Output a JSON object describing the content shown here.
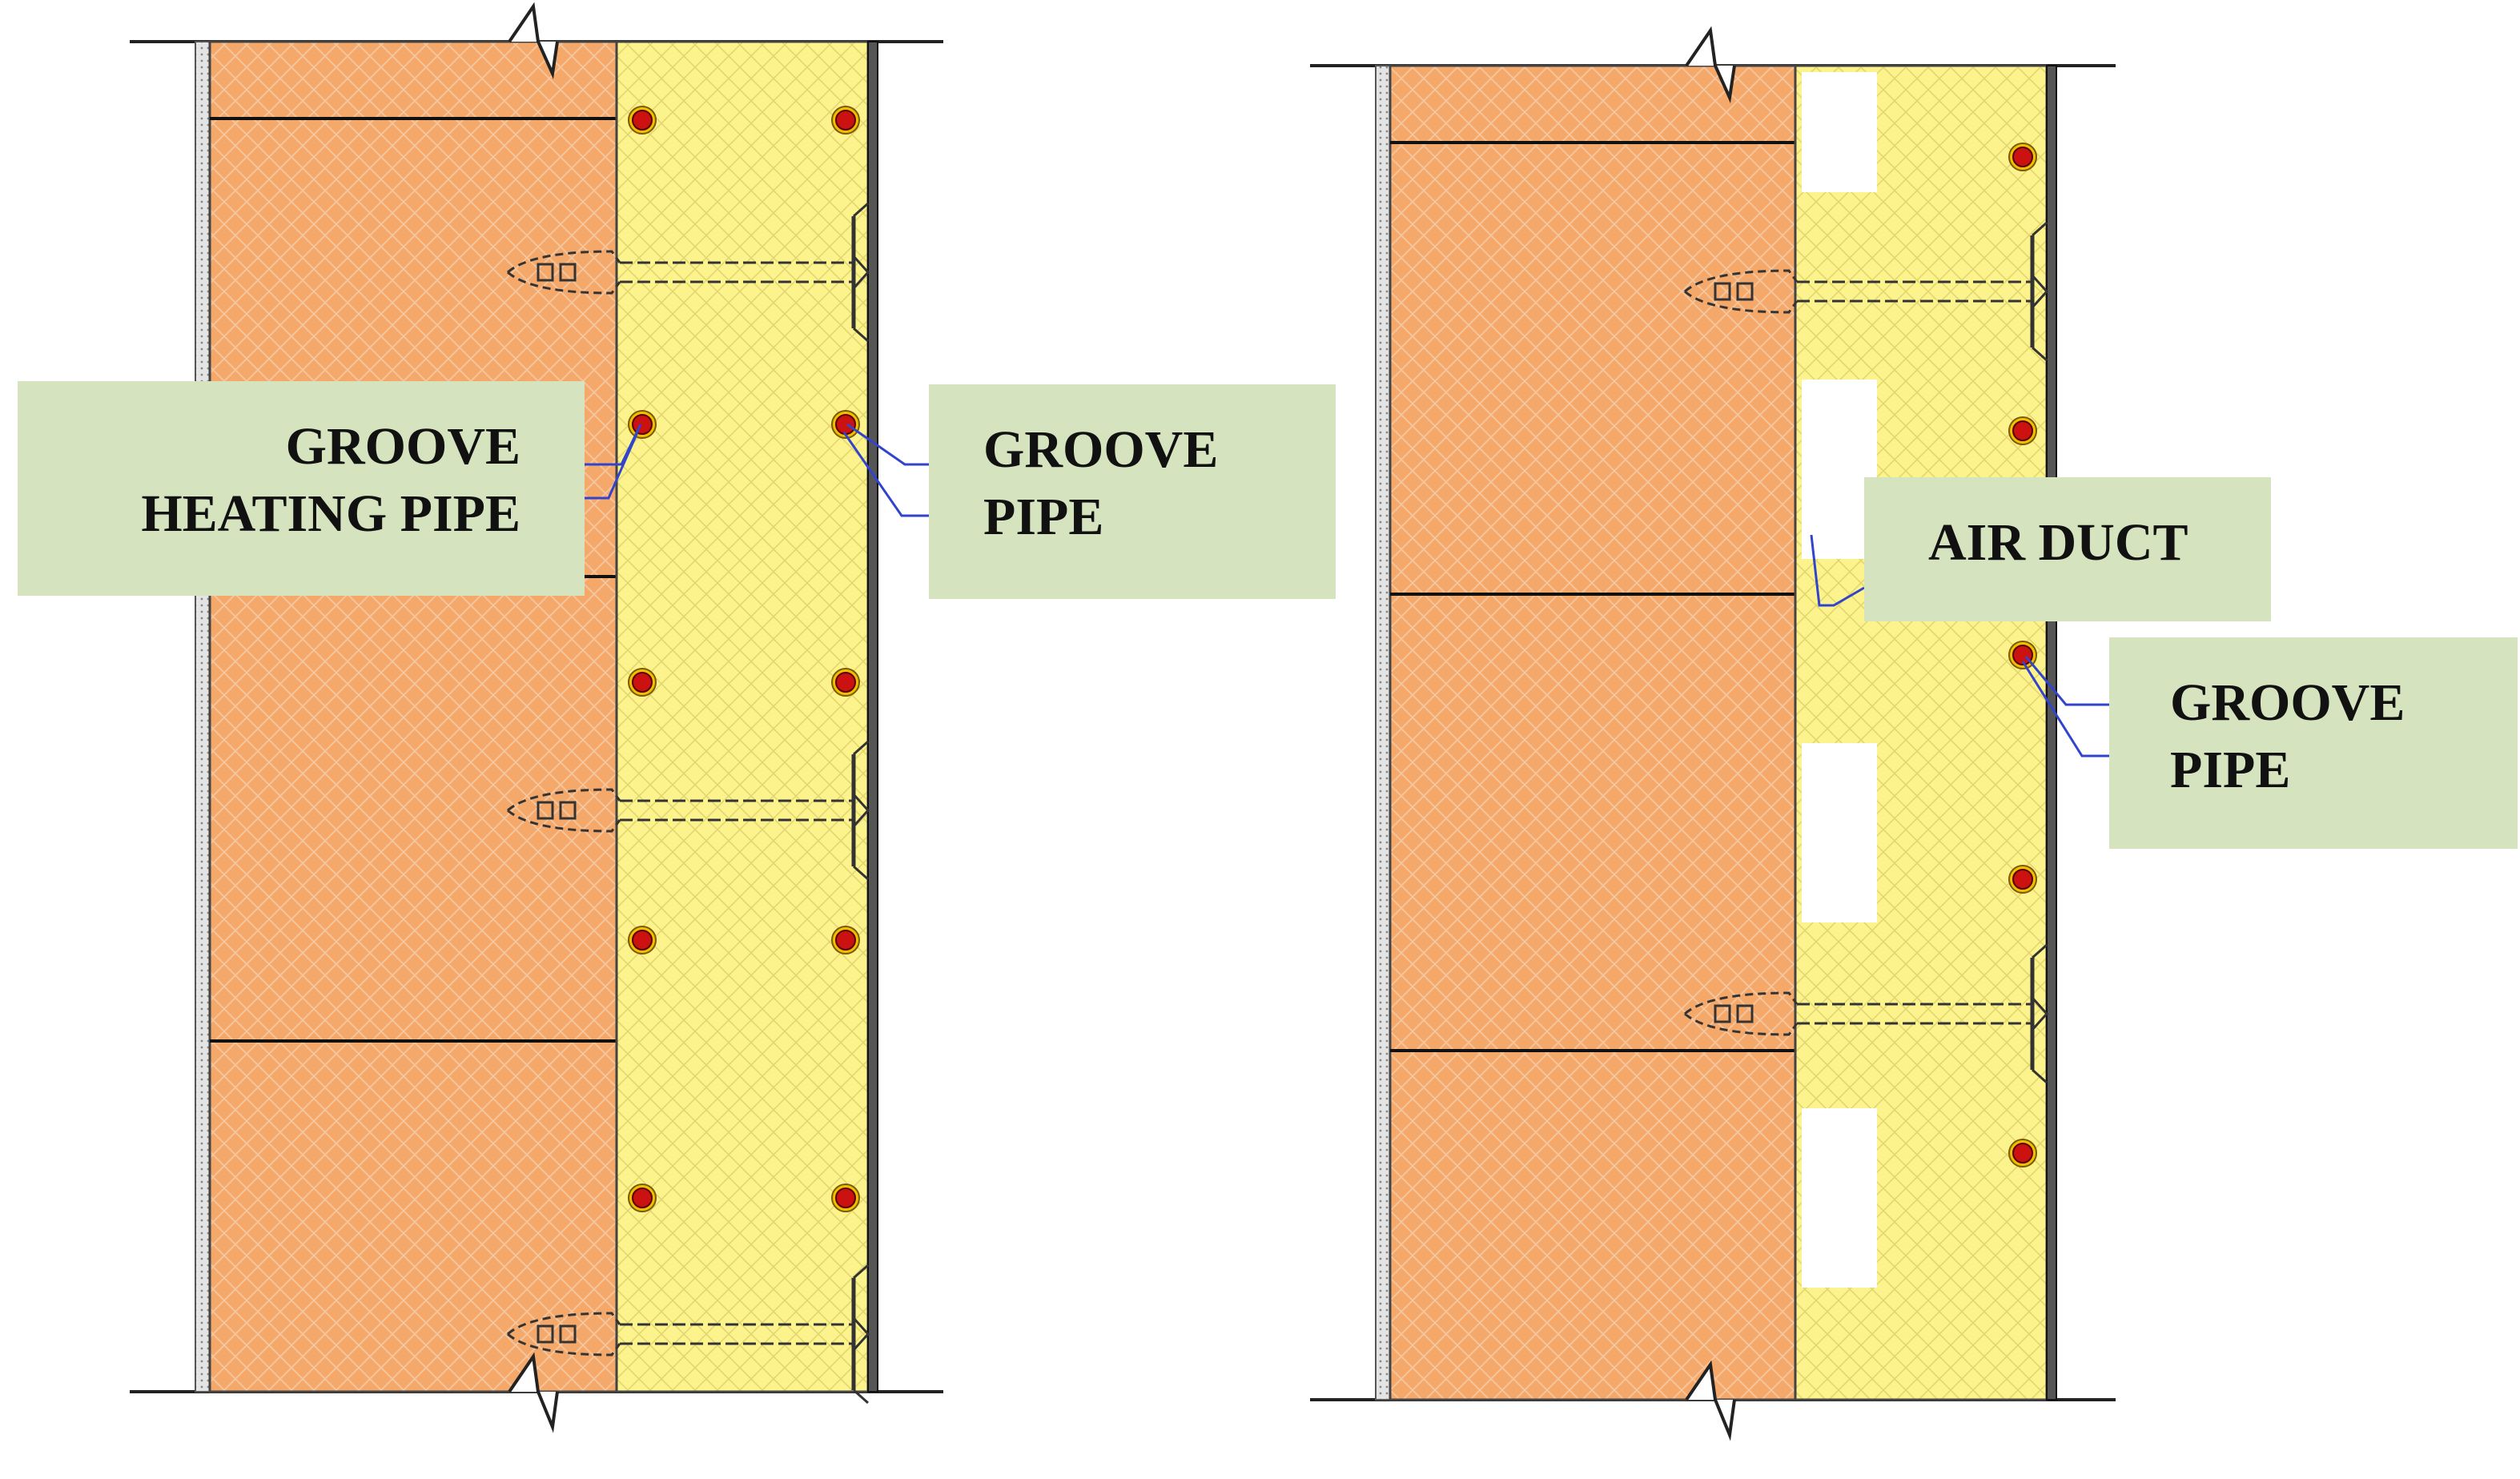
{
  "labels": {
    "groove_heating_pipe": {
      "line1": "GROOVE",
      "line2": "HEATING PIPE"
    },
    "groove_pipe_left": {
      "line1": "GROOVE",
      "line2": "PIPE"
    },
    "air_duct": {
      "line1": "AIR DUCT"
    },
    "groove_pipe_right": {
      "line1": "GROOVE",
      "line2": "PIPE"
    }
  },
  "colors": {
    "masonry": "#f4a86a",
    "insulation": "#fdf38c",
    "label_box": "#d5e4bf",
    "pipe": "#cc1111",
    "pipe_ring": "#f0c000",
    "leader": "#3344cc"
  }
}
